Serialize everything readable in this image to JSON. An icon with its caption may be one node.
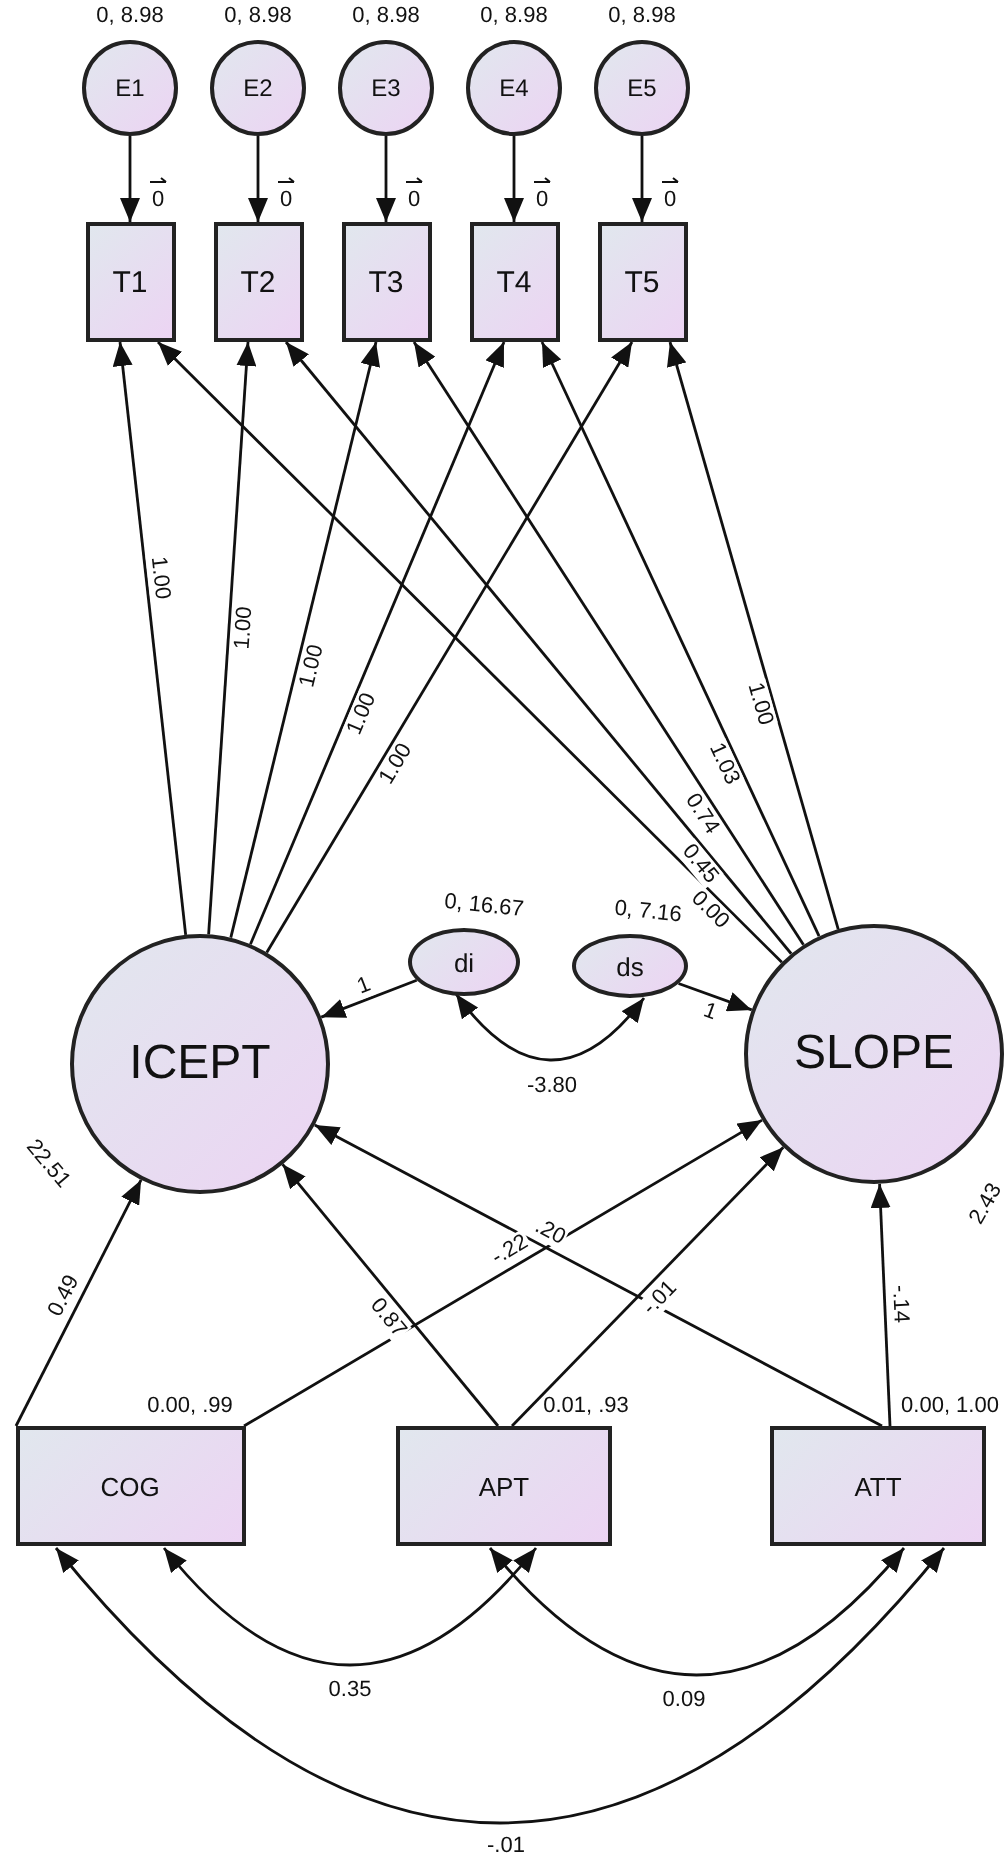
{
  "diagram": {
    "nodes": [
      {
        "text": [
          "E1"
        ],
        "beside": [
          "0, 8.98"
        ]
      },
      {
        "text": [
          "E2"
        ],
        "beside": [
          "0, 8.98"
        ]
      },
      {
        "text": [
          "E3"
        ],
        "beside": [
          "0, 8.98"
        ]
      },
      {
        "text": [
          "E4"
        ],
        "beside": [
          "0, 8.98"
        ]
      },
      {
        "text": [
          "E5"
        ],
        "beside": [
          "0, 8.98"
        ]
      },
      {
        "text": [
          "T1"
        ]
      },
      {
        "text": [
          "T2"
        ]
      },
      {
        "text": [
          "T3"
        ]
      },
      {
        "text": [
          "T4"
        ]
      },
      {
        "text": [
          "T5"
        ]
      },
      {
        "text": [
          "ICEPT"
        ],
        "beside": [
          "22.51"
        ]
      },
      {
        "text": [
          "SLOPE"
        ],
        "beside": [
          "2.43"
        ]
      },
      {
        "text": [
          "di"
        ],
        "beside": [
          "0, 16.67"
        ]
      },
      {
        "text": [
          "ds"
        ],
        "beside": [
          "0, 7.16"
        ]
      },
      {
        "text": [
          "COG"
        ],
        "beside": [
          "0.00, .99"
        ]
      },
      {
        "text": [
          "APT"
        ],
        "beside": [
          "0.01, .93"
        ]
      },
      {
        "text": [
          "ATT"
        ],
        "beside": [
          "0.00, 1.00"
        ]
      }
    ],
    "edges": [
      {
        "from": 0,
        "to": 5,
        "arrow": "to",
        "label": "0"
      },
      {
        "from": 1,
        "to": 6,
        "arrow": "to",
        "label": "0"
      },
      {
        "from": 2,
        "to": 7,
        "arrow": "to",
        "label": "0"
      },
      {
        "from": 3,
        "to": 8,
        "arrow": "to",
        "label": "0"
      },
      {
        "from": 4,
        "to": 9,
        "arrow": "to",
        "label": "0"
      },
      {
        "from": 10,
        "to": 5,
        "arrow": "to",
        "label": "1.00"
      },
      {
        "from": 10,
        "to": 6,
        "arrow": "to",
        "label": "1.00"
      },
      {
        "from": 10,
        "to": 7,
        "arrow": "to",
        "label": "1.00"
      },
      {
        "from": 10,
        "to": 8,
        "arrow": "to",
        "label": "1.00"
      },
      {
        "from": 10,
        "to": 9,
        "arrow": "to",
        "label": "1.00"
      },
      {
        "from": 11,
        "to": 5,
        "arrow": "to",
        "label": "0.00"
      },
      {
        "from": 11,
        "to": 6,
        "arrow": "to",
        "label": "0.45"
      },
      {
        "from": 11,
        "to": 7,
        "arrow": "to",
        "label": "0.74"
      },
      {
        "from": 11,
        "to": 8,
        "arrow": "to",
        "label": "1.03"
      },
      {
        "from": 11,
        "to": 9,
        "arrow": "to",
        "label": "1.00"
      },
      {
        "from": 12,
        "to": 10,
        "arrow": "to",
        "label": "1"
      },
      {
        "from": 13,
        "to": 11,
        "arrow": "to",
        "label": "1"
      },
      {
        "from": 12,
        "to": 13,
        "arrow": "both",
        "label": "-3.80"
      },
      {
        "from": 14,
        "to": 10,
        "arrow": "to",
        "label": "0.49"
      },
      {
        "from": 14,
        "to": 11,
        "arrow": "to",
        "label": "-.22"
      },
      {
        "from": 15,
        "to": 10,
        "arrow": "to",
        "label": "0.87"
      },
      {
        "from": 15,
        "to": 11,
        "arrow": "to",
        "label": "-.01"
      },
      {
        "from": 16,
        "to": 10,
        "arrow": "to",
        "label": ".20"
      },
      {
        "from": 16,
        "to": 11,
        "arrow": "to",
        "label": "-.14"
      },
      {
        "from": 14,
        "to": 15,
        "arrow": "both",
        "label": "0.35"
      },
      {
        "from": 15,
        "to": 16,
        "arrow": "both",
        "label": "0.09"
      },
      {
        "from": 14,
        "to": 16,
        "arrow": "both",
        "label": "-.01"
      }
    ]
  }
}
